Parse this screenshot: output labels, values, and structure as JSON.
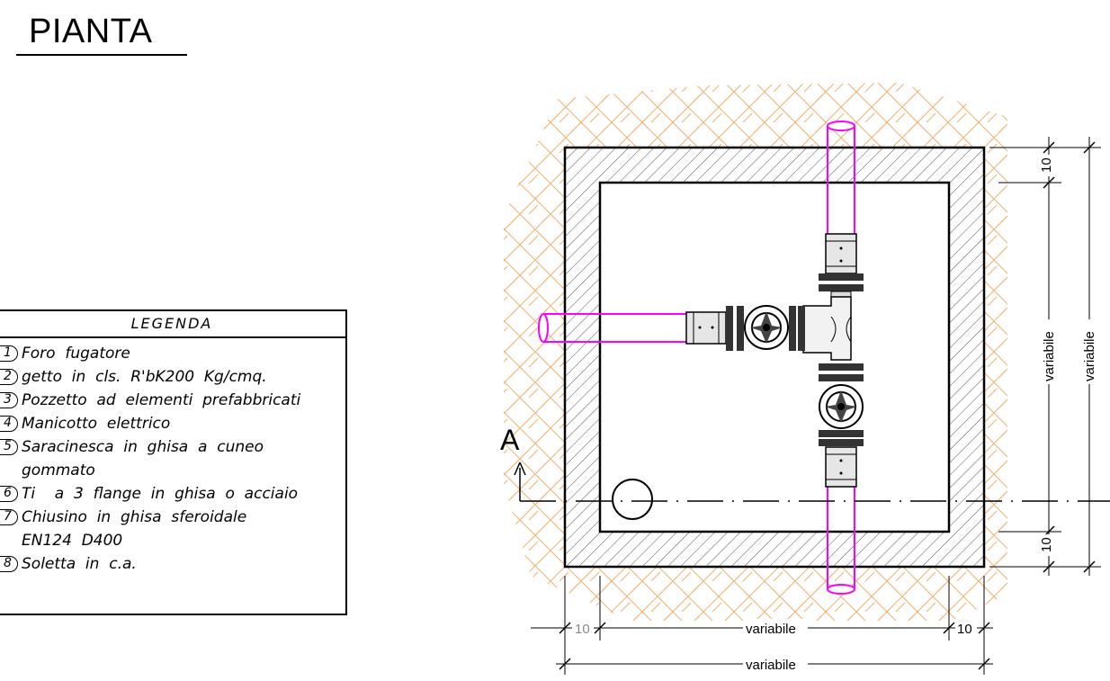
{
  "title": "PIANTA",
  "legend": {
    "heading": "LEGENDA",
    "items": [
      {
        "num": "1",
        "text": "Foro  fugatore"
      },
      {
        "num": "2",
        "text": "getto  in  cls.  R'bK200  Kg/cmq."
      },
      {
        "num": "3",
        "text": "Pozzetto  ad  elementi  prefabbricati"
      },
      {
        "num": "4",
        "text": "Manicotto  elettrico"
      },
      {
        "num": "5",
        "text": "Saracinesca  in  ghisa  a  cuneo\ngommato"
      },
      {
        "num": "6",
        "text": "Ti    a  3  flange  in  ghisa  o  acciaio"
      },
      {
        "num": "7",
        "text": "Chiusino  in  ghisa  sferoidale\nEN124  D400"
      },
      {
        "num": "8",
        "text": "Soletta  in  c.a."
      }
    ]
  },
  "section_label": "A",
  "dimensions": {
    "wall_bottom_left": "10",
    "inner_width": "variabile",
    "wall_bottom_right": "10",
    "outer_width": "variabile",
    "wall_right_top": "10",
    "inner_height": "variabile",
    "wall_right_bottom": "10",
    "outer_height": "variabile"
  },
  "colors": {
    "pipe": "#ff00ff",
    "soil_hatch": "#f0b070",
    "line": "#000000",
    "grey_dim": "#999999"
  }
}
